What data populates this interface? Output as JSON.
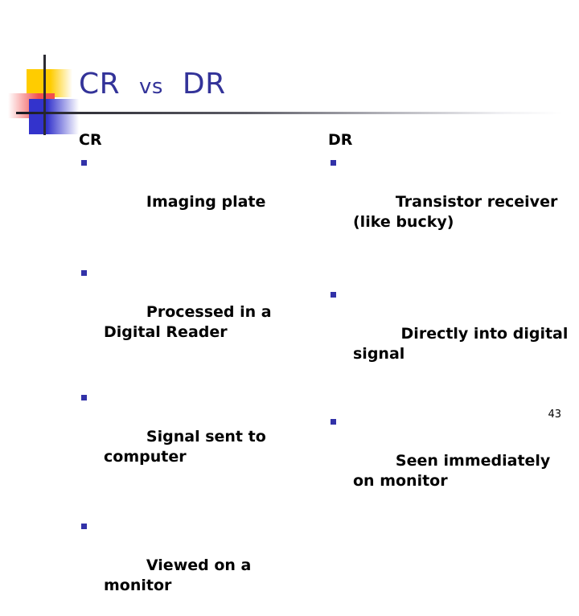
{
  "slide": {
    "title_main_a": "CR",
    "title_vs": "vs",
    "title_main_b": "DR",
    "page_number": "43",
    "accent_colors": {
      "title_blue": "#333399",
      "bullet_blue": "#3232A8",
      "logo_yellow": "#FFCC00",
      "logo_red": "#F24F4F",
      "logo_blue": "#3333CC",
      "rule_dark": "#2B2B33",
      "body_text": "#000000",
      "background": "#FFFFFF"
    },
    "columns": [
      {
        "heading": "CR",
        "items": [
          "Imaging plate",
          "Processed in a Digital Reader",
          "Signal sent to computer",
          "Viewed on a monitor"
        ]
      },
      {
        "heading": "DR",
        "items": [
          "Transistor receiver (like bucky)",
          " Directly into digital signal",
          "Seen immediately on monitor"
        ]
      }
    ]
  }
}
